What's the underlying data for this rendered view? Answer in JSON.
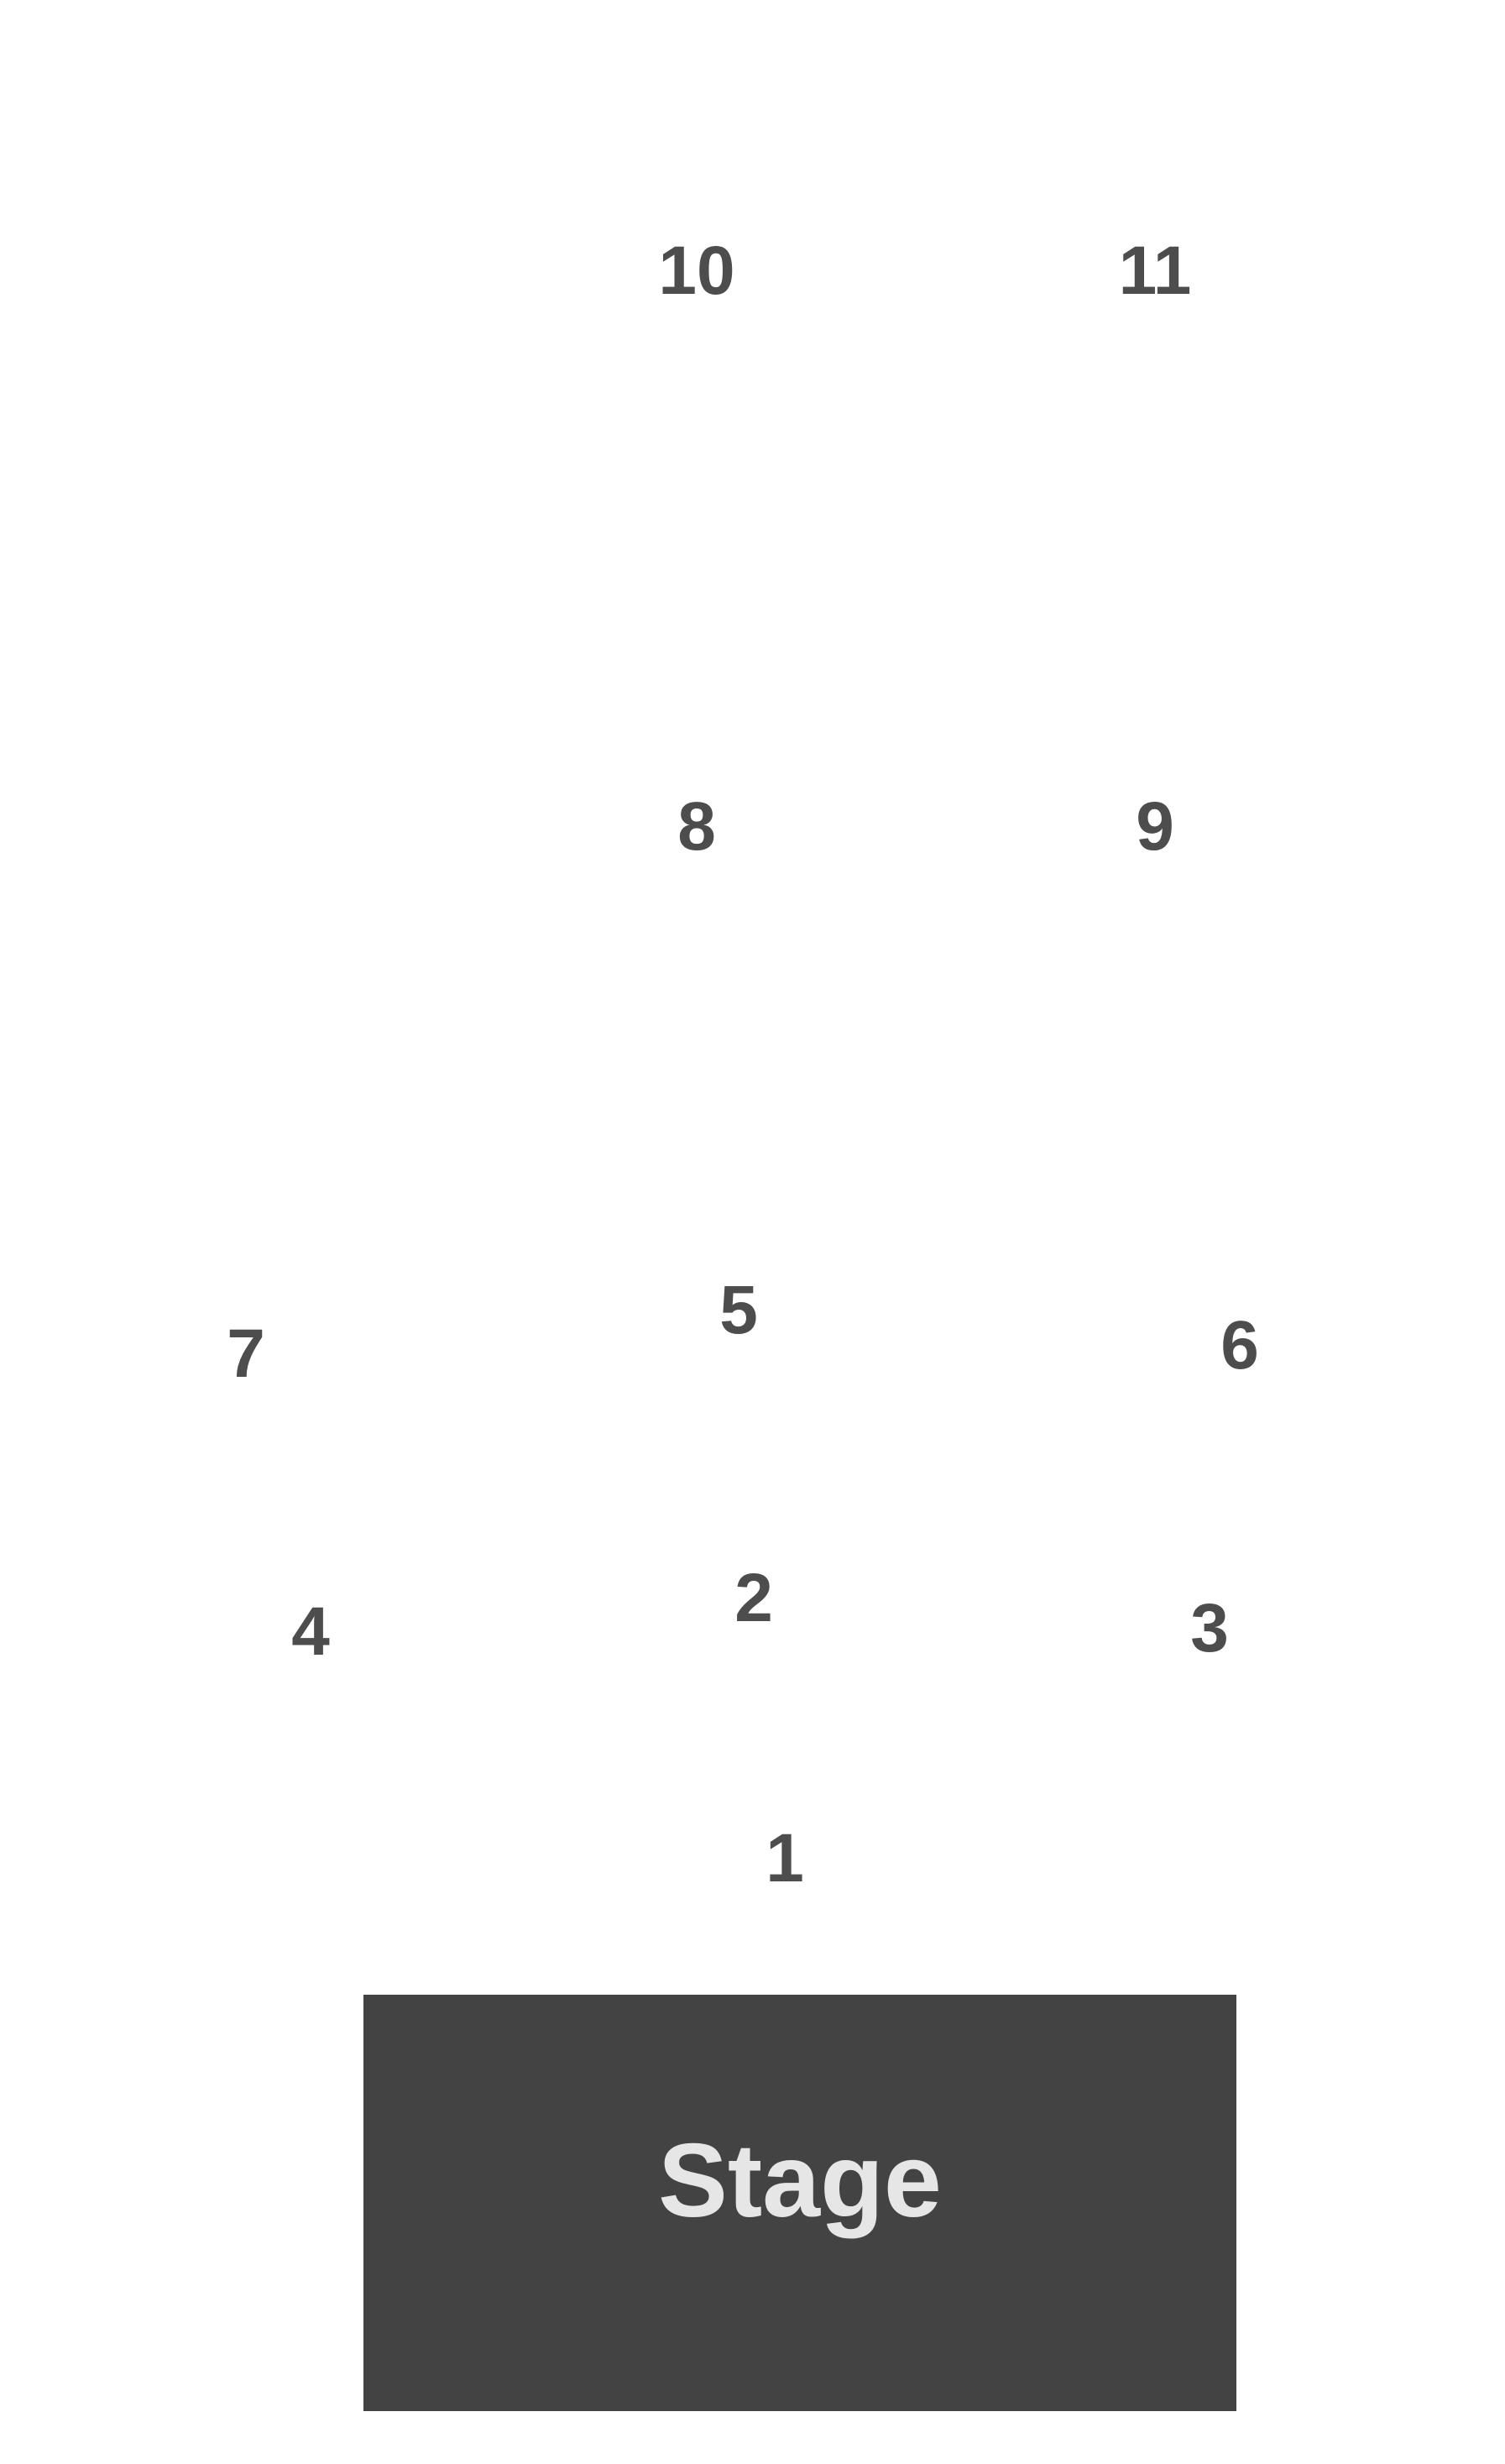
{
  "sections": {
    "s1": "1",
    "s2": "2",
    "s3": "3",
    "s4": "4",
    "s5": "5",
    "s6": "6",
    "s7": "7",
    "s8": "8",
    "s9": "9",
    "s10": "10",
    "s11": "11"
  },
  "stage": {
    "label": "Stage"
  },
  "colors": {
    "section_text": "#4d4d4d",
    "stage_fill": "#434343",
    "stage_text": "#e6e6e6",
    "background": "#ffffff"
  }
}
